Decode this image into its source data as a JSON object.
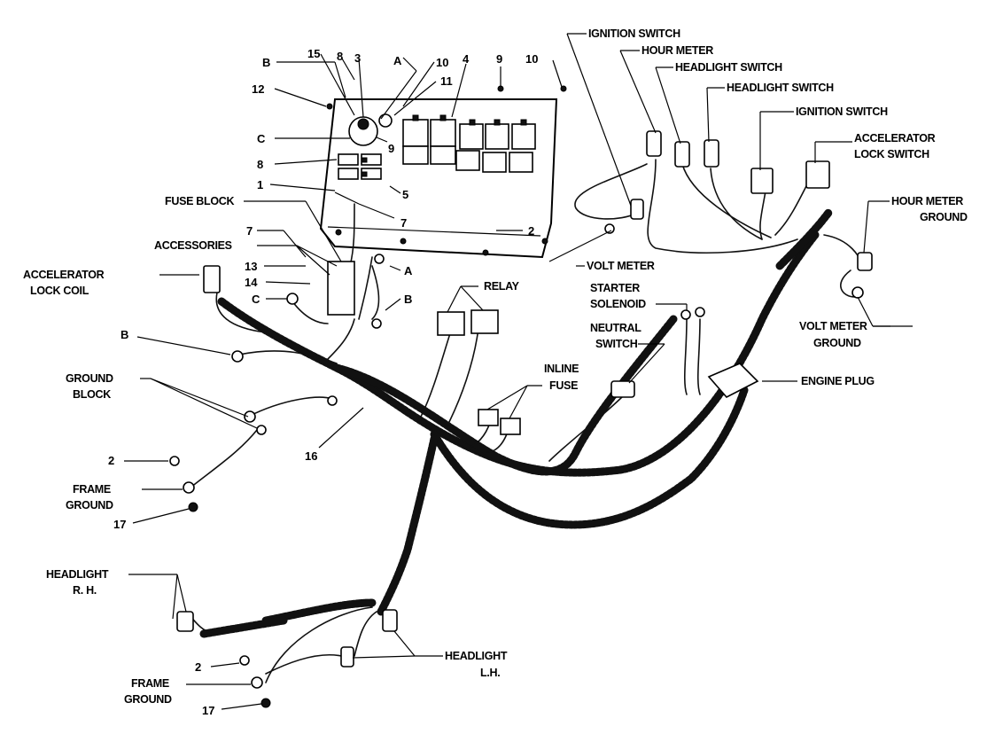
{
  "labels": {
    "ignition_switch_top": "IGNITION SWITCH",
    "hour_meter": "HOUR METER",
    "headlight_switch_1": "HEADLIGHT SWITCH",
    "headlight_switch_2": "HEADLIGHT SWITCH",
    "ignition_switch_2": "IGNITION SWITCH",
    "accelerator_lock_switch_1": "ACCELERATOR",
    "accelerator_lock_switch_2": "LOCK SWITCH",
    "hour_meter_ground_1": "HOUR METER",
    "hour_meter_ground_2": "GROUND",
    "volt_meter": "VOLT METER",
    "volt_meter_ground_1": "VOLT METER",
    "volt_meter_ground_2": "GROUND",
    "engine_plug": "ENGINE PLUG",
    "relay": "RELAY",
    "starter_solenoid_1": "STARTER",
    "starter_solenoid_2": "SOLENOID",
    "neutral_switch_1": "NEUTRAL",
    "neutral_switch_2": "SWITCH",
    "inline_fuse_1": "INLINE",
    "inline_fuse_2": "FUSE",
    "fuse_block": "FUSE BLOCK",
    "accessories": "ACCESSORIES",
    "accelerator_lock_coil_1": "ACCELERATOR",
    "accelerator_lock_coil_2": "LOCK COIL",
    "ground_block_1": "GROUND",
    "ground_block_2": "BLOCK",
    "frame_ground_upper_1": "FRAME",
    "frame_ground_upper_2": "GROUND",
    "frame_ground_lower_1": "FRAME",
    "frame_ground_lower_2": "GROUND",
    "headlight_rh_1": "HEADLIGHT",
    "headlight_rh_2": "R. H.",
    "headlight_lh_1": "HEADLIGHT",
    "headlight_lh_2": "L.H."
  },
  "callouts": {
    "b_top": "B",
    "n15": "15",
    "n8_top": "8",
    "n3": "3",
    "a_top": "A",
    "n10_a": "10",
    "n4": "4",
    "n9_top": "9",
    "n10_b": "10",
    "n12": "12",
    "n11": "11",
    "c_top": "C",
    "n9_mid": "9",
    "n8_mid": "8",
    "n5": "5",
    "n1": "1",
    "n7_panel": "7",
    "n2_panel": "2",
    "n7_left": "7",
    "a_mid": "A",
    "n13": "13",
    "n14": "14",
    "c_mid": "C",
    "b_mid": "B",
    "b_left": "B",
    "n16": "16",
    "n2_upper": "2",
    "n17_upper": "17",
    "n2_lower": "2",
    "n17_lower": "17"
  }
}
